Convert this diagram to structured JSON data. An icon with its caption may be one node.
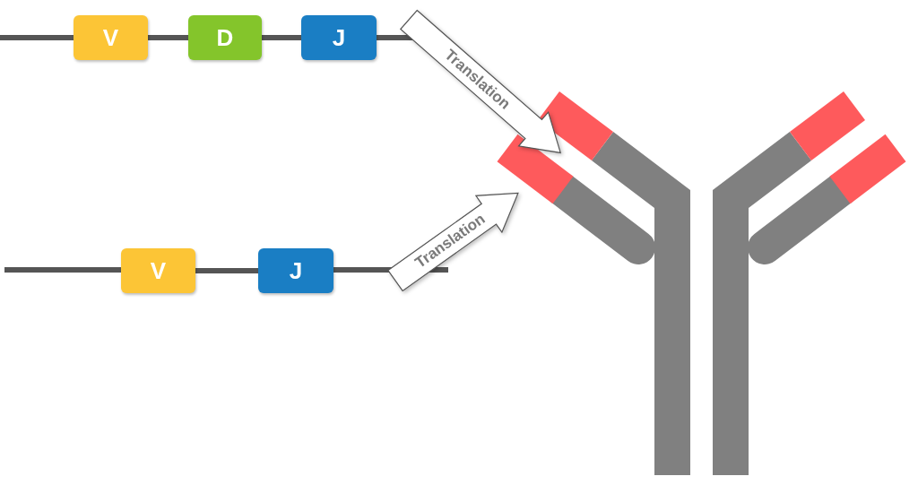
{
  "diagram": {
    "nodes": [
      {
        "text": [
          "V"
        ]
      },
      {
        "text": [
          "D"
        ]
      },
      {
        "text": [
          "J"
        ]
      },
      {
        "text": [
          "V"
        ]
      },
      {
        "text": [
          "J"
        ]
      },
      {
        "text": [],
        "shape": "bar"
      },
      {
        "text": [],
        "shape": "bar"
      }
    ],
    "edges": [
      {
        "from": 0,
        "to": 1,
        "arrow": "none"
      },
      {
        "from": 1,
        "to": 2,
        "arrow": "none"
      },
      {
        "from": 3,
        "to": 4,
        "arrow": "none"
      },
      {
        "from": null,
        "to": 5,
        "arrow": "to",
        "label": "Translation"
      },
      {
        "from": null,
        "to": 6,
        "arrow": "to",
        "label": "Translation"
      }
    ]
  }
}
